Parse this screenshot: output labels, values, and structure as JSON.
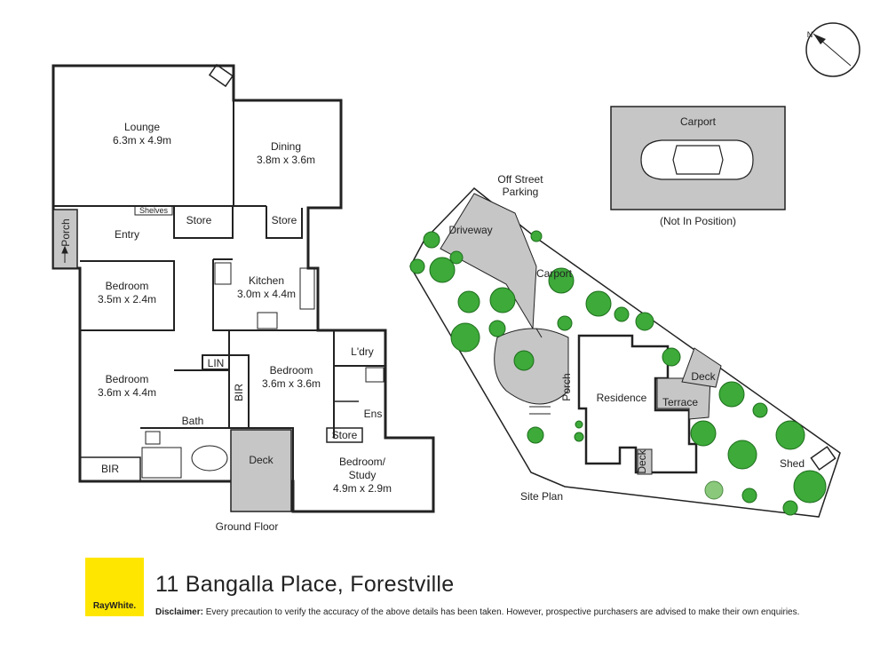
{
  "compass": {
    "icon": "compass-north-arrow-icon",
    "north_label": "N"
  },
  "ground_floor": {
    "caption": "Ground Floor",
    "rooms": {
      "lounge": {
        "name": "Lounge",
        "dims": "6.3m x 4.9m"
      },
      "dining": {
        "name": "Dining",
        "dims": "3.8m x 3.6m"
      },
      "kitchen": {
        "name": "Kitchen",
        "dims": "3.0m x 4.4m"
      },
      "bedroom1": {
        "name": "Bedroom",
        "dims": "3.5m x 2.4m"
      },
      "bedroom2": {
        "name": "Bedroom",
        "dims": "3.6m x 4.4m"
      },
      "bedroom3": {
        "name": "Bedroom",
        "dims": "3.6m x 3.6m"
      },
      "study": {
        "name_line1": "Bedroom/",
        "name_line2": "Study",
        "dims": "4.9m x 2.9m"
      }
    },
    "labels": {
      "porch": "Porch",
      "entry": "Entry",
      "shelves": "Shelves",
      "store1": "Store",
      "store2": "Store",
      "store3": "Store",
      "lin": "LIN",
      "bir1": "BIR",
      "bir2": "BIR",
      "bath": "Bath",
      "ens": "Ens",
      "ldry": "L'dry",
      "deck": "Deck"
    }
  },
  "carport_plan": {
    "title": "Carport",
    "note": "(Not In Position)"
  },
  "site_plan": {
    "caption": "Site Plan",
    "labels": {
      "parking_line1": "Off Street",
      "parking_line2": "Parking",
      "driveway": "Driveway",
      "carport": "Carport",
      "residence": "Residence",
      "porch": "Porch",
      "terrace": "Terrace",
      "deck1": "Deck",
      "deck2": "Deck",
      "shed": "Shed"
    }
  },
  "footer": {
    "address": "11 Bangalla Place, Forestville",
    "brand": "RayWhite.",
    "brand_color": "#ffe600",
    "disclaimer_label": "Disclaimer:",
    "disclaimer_text": " Every precaution to verify the accuracy of the above details has been taken. However, prospective purchasers are advised to make their own enquiries."
  }
}
